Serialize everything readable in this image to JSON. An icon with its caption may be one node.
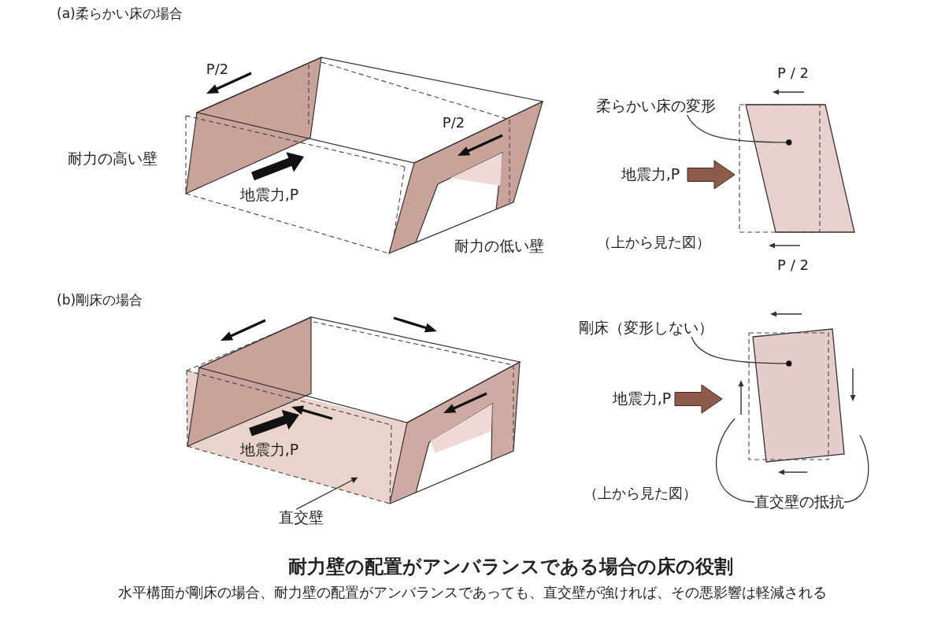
{
  "diagram": {
    "title": "耐力壁の配置がアンバランスである場合の床の役割",
    "caption": "水平構面が剛床の場合、耐力壁の配置がアンバランスであっても、直交壁が強ければ、その悪影響は軽減される",
    "nodes": [
      {
        "text": [
          "柔らかい床の変形"
        ]
      },
      {
        "text": [],
        "shape": "parallelogram"
      },
      {
        "text": [
          "剛床（変形しない）"
        ]
      },
      {
        "text": [],
        "shape": "box"
      },
      {
        "text": [],
        "shape": "panel"
      },
      {
        "text": [
          "直交壁"
        ]
      },
      {
        "text": [
          "直交壁の抵抗"
        ]
      }
    ],
    "edges": [
      {
        "from": 0,
        "to": 1,
        "arrow": "other"
      },
      {
        "from": 2,
        "to": 3,
        "arrow": "other"
      },
      {
        "from": 5,
        "to": 4,
        "arrow": "to"
      },
      {
        "from": 6,
        "to": null,
        "arrow": "none"
      },
      {
        "from": 6,
        "to": null,
        "arrow": "none"
      }
    ],
    "labels": [
      "(a)柔らかい床の場合",
      "P/2",
      "P / 2",
      "P/2",
      "耐力の高い壁",
      "地震力,P",
      "地震力,P",
      "耐力の低い壁",
      "（上から見た図）",
      "P / 2",
      "(b)剛床の場合",
      "地震力,P",
      "地震力,P",
      "（上から見た図）"
    ]
  }
}
